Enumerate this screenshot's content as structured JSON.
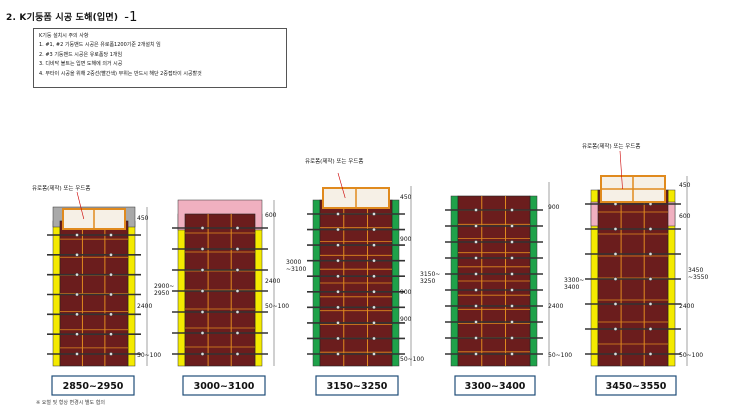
{
  "title": "2. K기둥폼 시공 도해(입면)",
  "title_suffix": "-1",
  "notes": {
    "heading": "K기둥 설치시 주의 사항",
    "lines": [
      "1. #1, #2 기둥밴드 시공은 유로폼1200기준 2개설치 임",
      "2. #3 기둥밴드 시공은 유로폼당 1개임",
      "3. 디비닥 볼트는 입면 도해에 의거 시공",
      "4. 무타이 시공을 위해 2중선(빨간색) 부위는 반드시 해단 2중접타이 시공할것"
    ]
  },
  "columns": [
    {
      "range_label": "2850~2950",
      "top_note": "유로폼(제작) 또는 우드폼",
      "dims": [
        {
          "text": "450"
        },
        {
          "text": "2900~\n2950"
        },
        {
          "text": "2400"
        },
        {
          "text": "50~100"
        }
      ]
    },
    {
      "range_label": "3000~3100",
      "top_note": "",
      "dims": [
        {
          "text": "600"
        },
        {
          "text": "2400"
        },
        {
          "text": "50~100"
        }
      ]
    },
    {
      "range_label": "3150~3250",
      "top_note": "유로폼(제작) 또는 우드폼",
      "dims": [
        {
          "text": "450"
        },
        {
          "text": "3000\n~3100"
        },
        {
          "text": "900"
        },
        {
          "text": "900"
        },
        {
          "text": "900"
        },
        {
          "text": "50~100"
        }
      ]
    },
    {
      "range_label": "3300~3400",
      "top_note": "",
      "dims": [
        {
          "text": "900"
        },
        {
          "text": "3150~\n3250"
        },
        {
          "text": "2400"
        },
        {
          "text": "50~100"
        }
      ]
    },
    {
      "range_label": "3450~3550",
      "top_note": "유로폼(제작) 또는 우드폼",
      "dims": [
        {
          "text": "450"
        },
        {
          "text": "600"
        },
        {
          "text": "3300~\n3400"
        },
        {
          "text": "2400"
        },
        {
          "text": "3450\n~3550"
        },
        {
          "text": "50~100"
        }
      ]
    }
  ],
  "bottom_text": "※ 요철 및 형상 변경시 별도 협의",
  "colors": {
    "panel_brown": "#6b1d1d",
    "frame_orange": "#e08a1e",
    "side_yellow": "#f4ea00",
    "side_green": "#1fa24a",
    "top_pink": "#f0b0c0",
    "top_gray": "#a9a9a9",
    "bar_dark": "#333333",
    "label_box": "#1f4e79"
  }
}
